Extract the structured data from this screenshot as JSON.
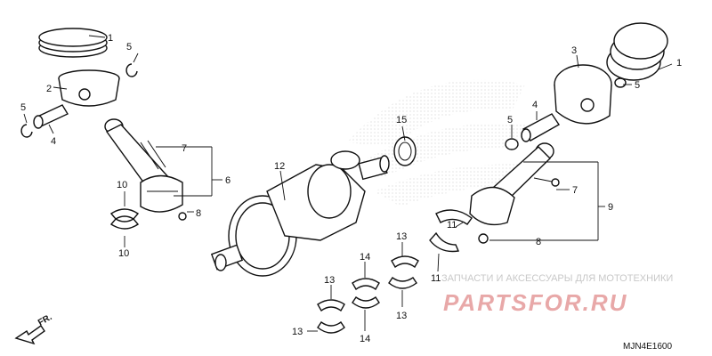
{
  "callouts": {
    "c1_top_left": "1",
    "c5_top_left": "5",
    "c2": "2",
    "c5_left": "5",
    "c4_left": "4",
    "c7_left": "7",
    "c6": "6",
    "c8_left": "8",
    "c10_top": "10",
    "c10_bottom": "10",
    "c12": "12",
    "c15": "15",
    "c3": "3",
    "c1_right": "1",
    "c5_right": "5",
    "c5_mid": "5",
    "c4_right": "4",
    "c7_right": "7",
    "c9": "9",
    "c8_right": "8",
    "c11_a": "11",
    "c11_b": "11",
    "c13_a": "13",
    "c13_b": "13",
    "c13_c": "13",
    "c13_d": "13",
    "c14_a": "14",
    "c14_b": "14"
  },
  "direction_label": "FR.",
  "diagram_code": "MJN4E1600",
  "watermark": {
    "line": "ЗАПЧАСТИ И АКСЕССУАРЫ ДЛЯ МОТОТЕХНИКИ",
    "brand": "PARTSFOR.RU"
  },
  "colors": {
    "line": "#111111",
    "watermark_text": "#c8c8c8",
    "watermark_brand": "#e8a8a8"
  }
}
